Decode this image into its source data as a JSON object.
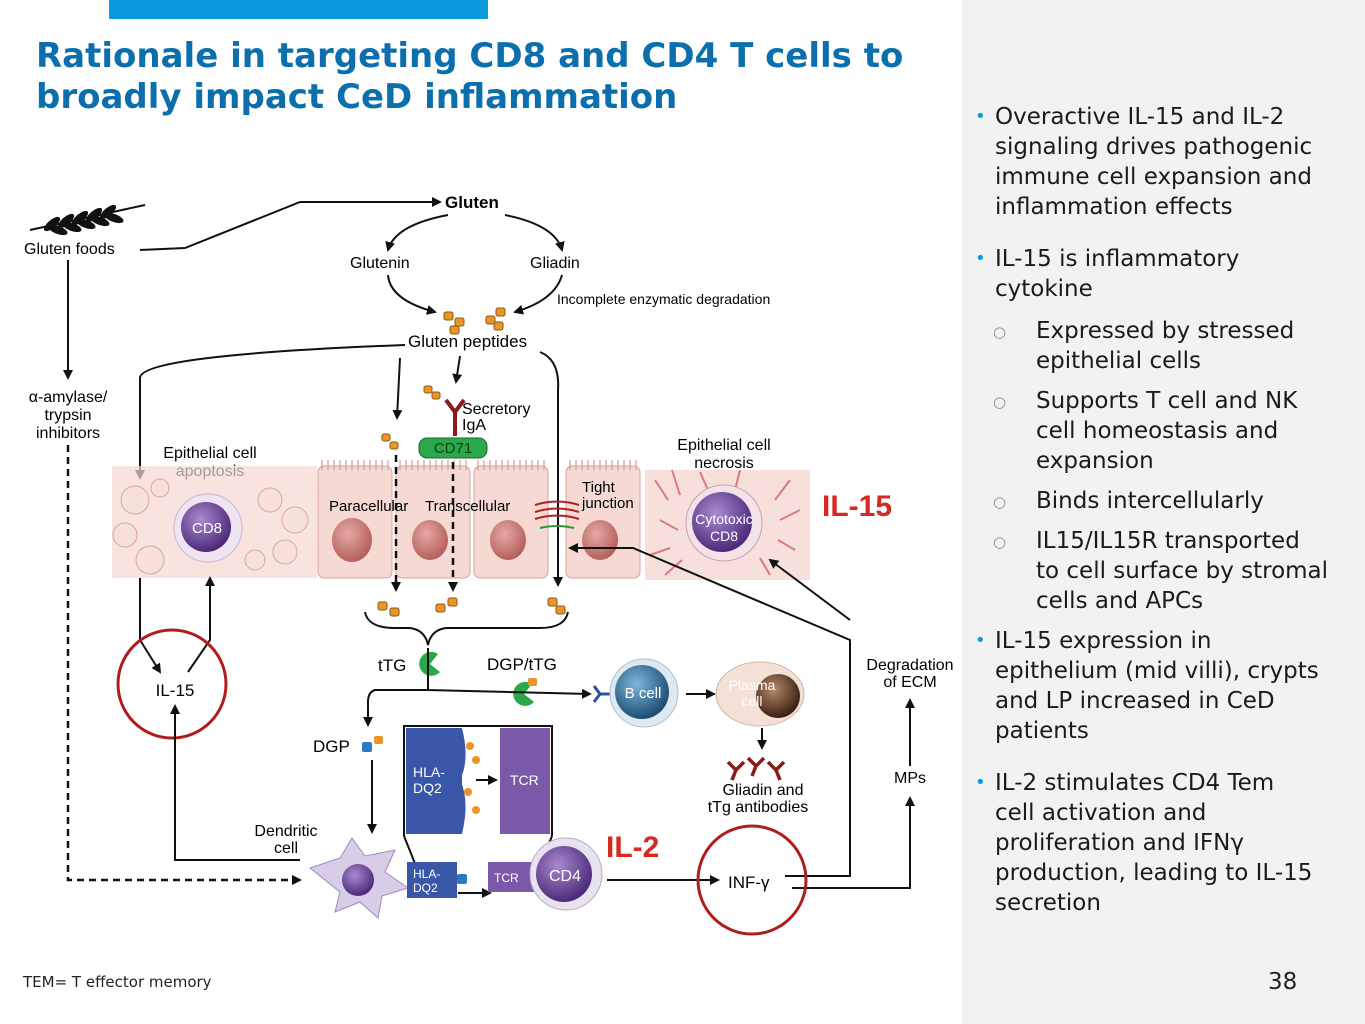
{
  "slide": {
    "title_line1": "Rationale in targeting CD8 and CD4 T cells to",
    "title_line2": "broadly impact CeD inflammation",
    "footnote": "TEM= T effector memory",
    "page_number": "38"
  },
  "bullets": [
    {
      "level": 1,
      "lines": [
        "Overactive IL-15 and IL-2",
        "signaling drives pathogenic",
        "immune cell expansion and",
        "inflammation effects"
      ]
    },
    {
      "level": 1,
      "lines": [
        "IL-15 is inflammatory",
        "cytokine"
      ]
    },
    {
      "level": 2,
      "lines": [
        "Expressed by stressed",
        "epithelial cells"
      ]
    },
    {
      "level": 2,
      "lines": [
        "Supports T cell and NK",
        "cell homeostasis and",
        "expansion"
      ]
    },
    {
      "level": 2,
      "lines": [
        "Binds intercellularly"
      ]
    },
    {
      "level": 2,
      "lines": [
        "IL15/IL15R transported",
        "to cell surface by stromal",
        "cells and APCs"
      ]
    },
    {
      "level": 1,
      "lines": [
        "IL-15 expression in",
        "epithelium (mid villi), crypts",
        "and LP increased in CeD",
        "patients"
      ]
    },
    {
      "level": 1,
      "lines": [
        "IL-2 stimulates CD4 Tem",
        "cell activation and",
        "proliferation and IFNγ",
        "production, leading to IL-15",
        "secretion"
      ]
    }
  ],
  "diagram": {
    "gluten_foods": "Gluten foods",
    "gluten": "Gluten",
    "glutenin": "Glutenin",
    "gliadin": "Gliadin",
    "incomplete": "Incomplete enzymatic degradation",
    "gluten_peptides": "Gluten peptides",
    "amylase1": "α-amylase/",
    "amylase2": "trypsin",
    "amylase3": "inhibitors",
    "secretory1": "Secretory",
    "secretory2": "IgA",
    "cd71": "CD71",
    "epi_apoptosis1": "Epithelial cell",
    "epi_apoptosis2": "apoptosis",
    "epi_necrosis1": "Epithelial cell",
    "epi_necrosis2": "necrosis",
    "cd8": "CD8",
    "paracellular": "Paracellular",
    "transcellular": "Transcellular",
    "tight1": "Tight",
    "tight2": "junction",
    "cytotoxic1": "Cytotoxic",
    "cytotoxic2": "CD8",
    "il15_callout": "IL-15",
    "il15_node": "IL-15",
    "ttg": "tTG",
    "dgp_ttg": "DGP/tTG",
    "bcell": "B cell",
    "plasma1": "Plasma",
    "plasma2": "cell",
    "degradation1": "Degradation",
    "degradation2": "of ECM",
    "dgp": "DGP",
    "hla_dq2_a": "HLA-",
    "hla_dq2_b": "DQ2",
    "tcr": "TCR",
    "antibodies1": "Gliadin and",
    "antibodies2": "tTg antibodies",
    "mps": "MPs",
    "dendritic1": "Dendritic",
    "dendritic2": "cell",
    "il2_callout": "IL-2",
    "cd4": "CD4",
    "infg": "INF-γ"
  },
  "colors": {
    "title": "#0b6fae",
    "accent_bar": "#0a9bdc",
    "callout_red": "#d52b1e",
    "circle_red": "#b01c1c",
    "hla_blue": "#3a56a8",
    "tcr_purple": "#7a5aa8",
    "cd71_green": "#2aa84a"
  }
}
